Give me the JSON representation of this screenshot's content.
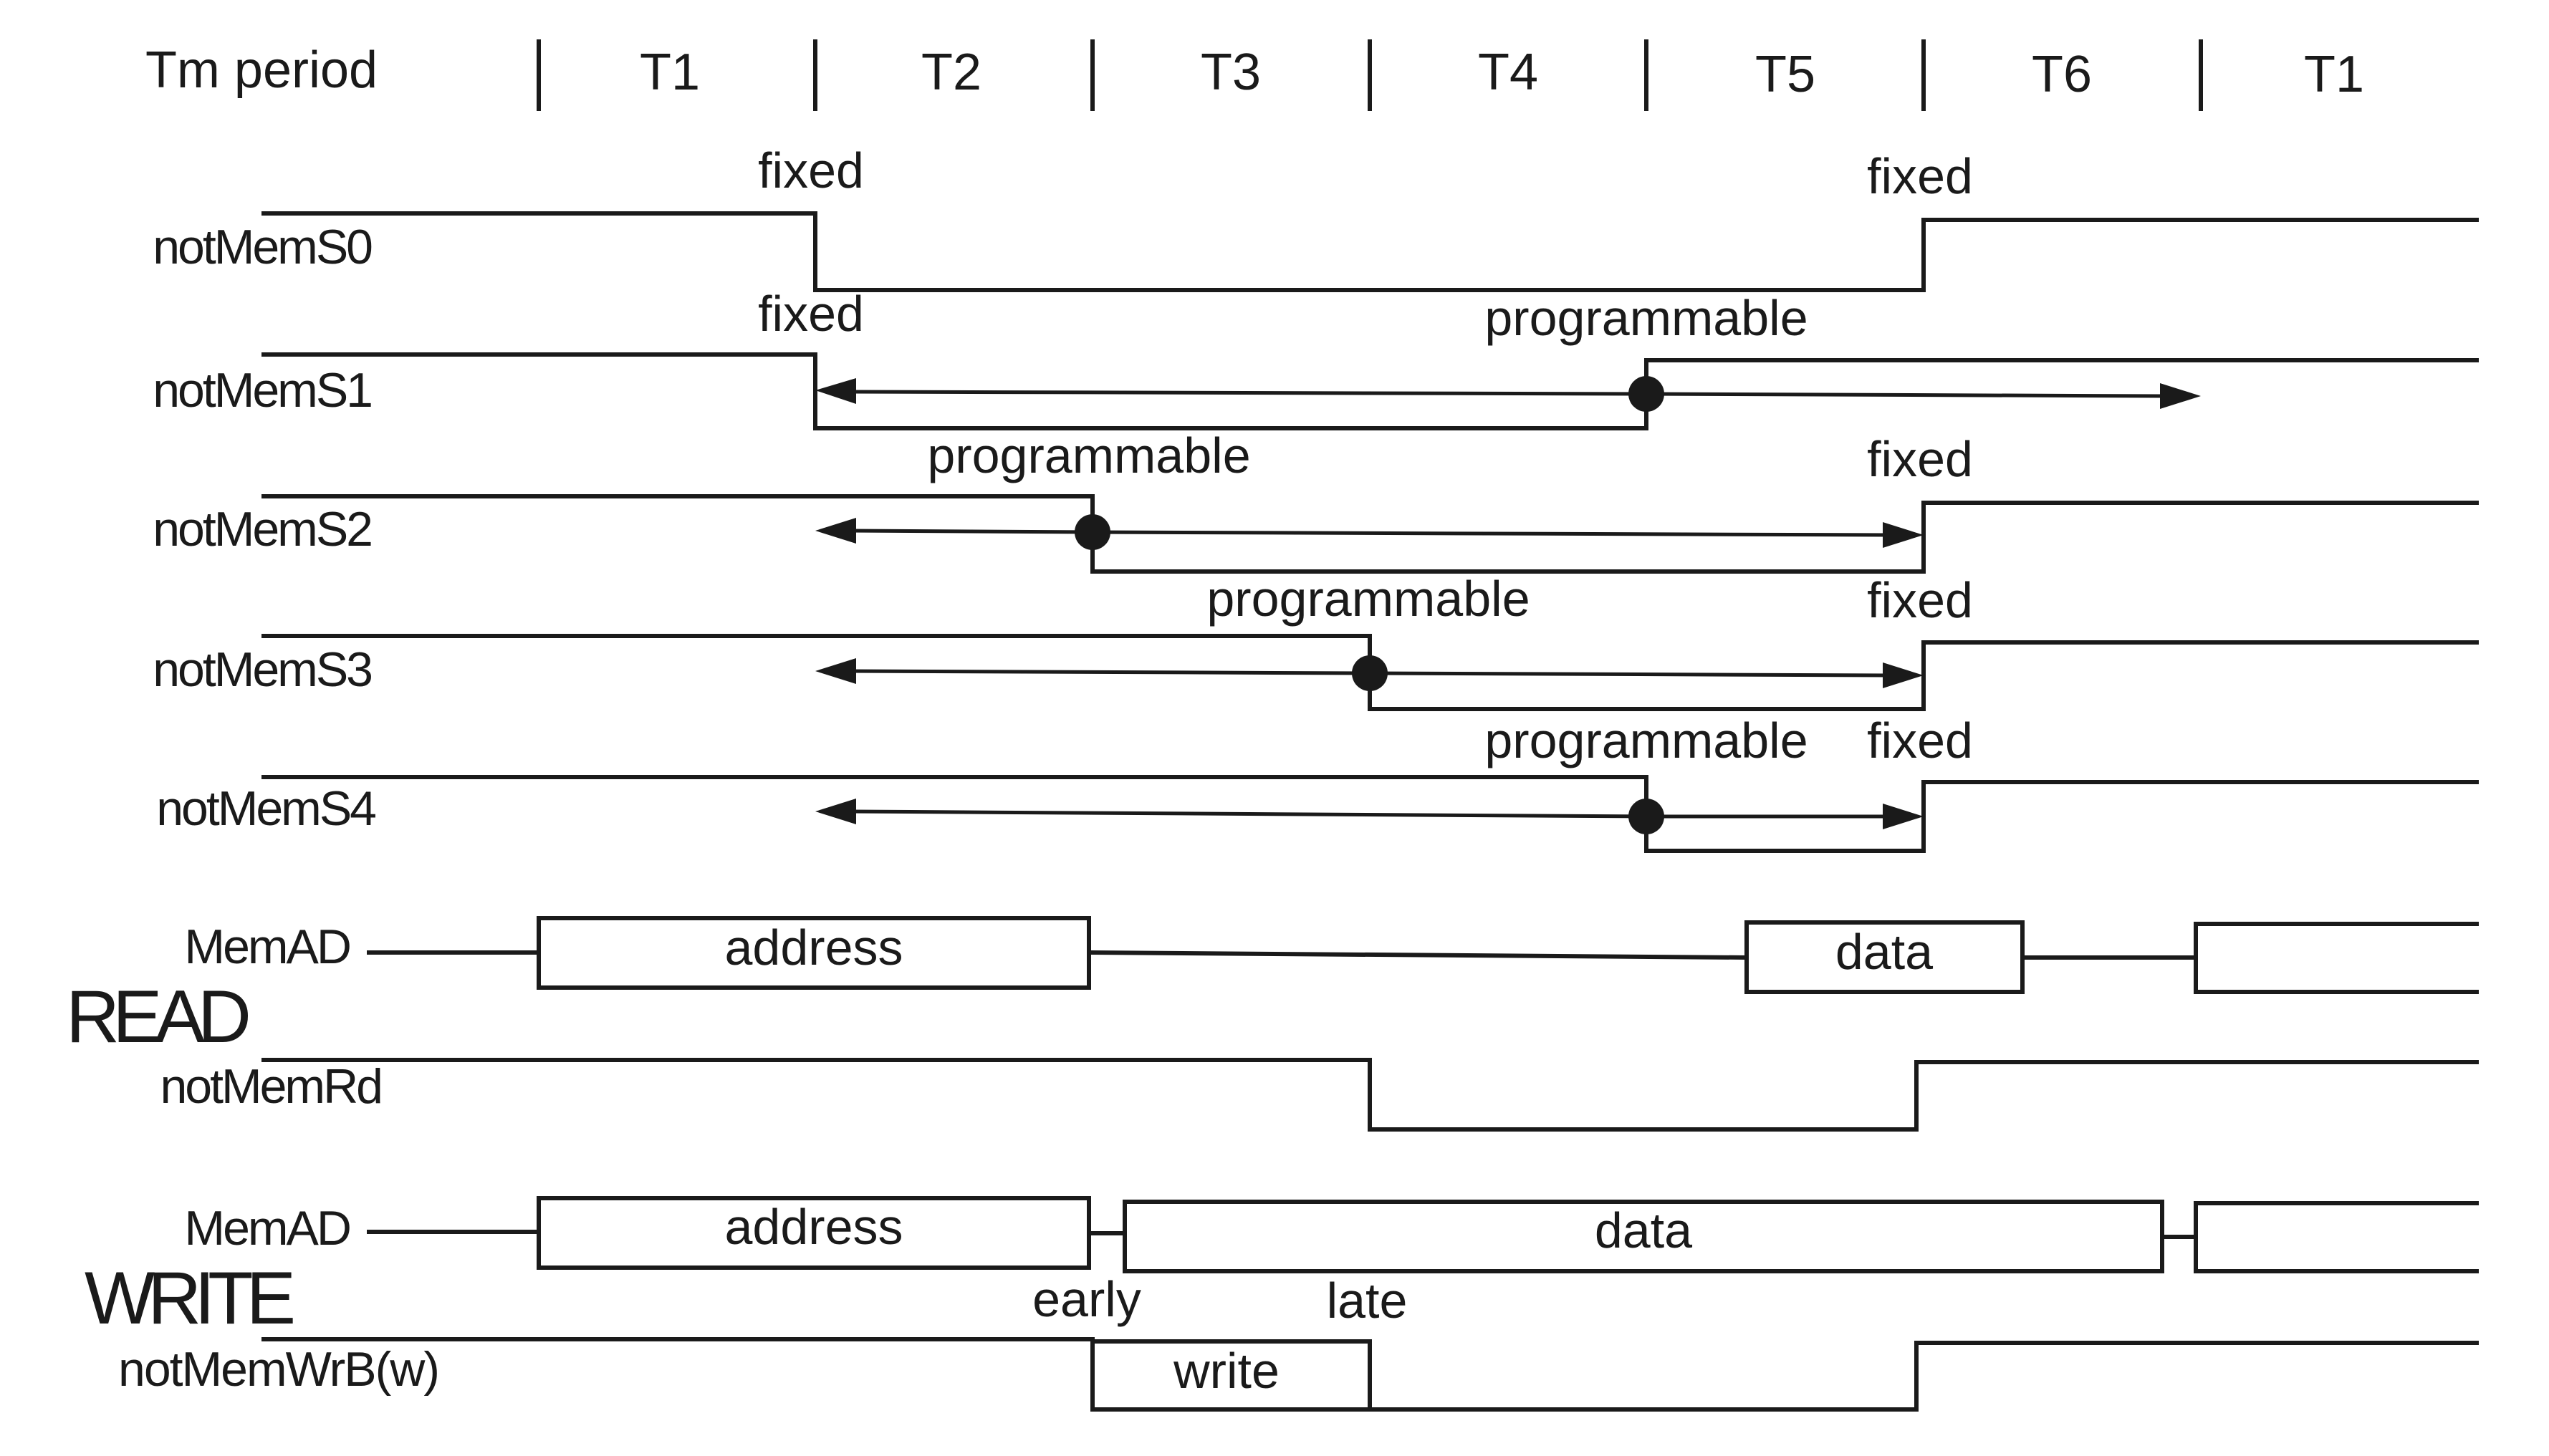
{
  "header": {
    "title": "Tm period",
    "periods": [
      "T1",
      "T2",
      "T3",
      "T4",
      "T5",
      "T6",
      "T1"
    ]
  },
  "signals": {
    "s0": "notMemS0",
    "s1": "notMemS1",
    "s2": "notMemS2",
    "s3": "notMemS3",
    "s4": "notMemS4",
    "read_ad": "MemAD",
    "rd": "notMemRd",
    "write_ad": "MemAD",
    "wrb": "notMemWrB(w)"
  },
  "groups": {
    "read": "READ",
    "write": "WRITE"
  },
  "annotations": {
    "fixed": "fixed",
    "programmable": "programmable",
    "early": "early",
    "late": "late"
  },
  "bus_labels": {
    "address": "address",
    "data": "data",
    "write": "write"
  }
}
